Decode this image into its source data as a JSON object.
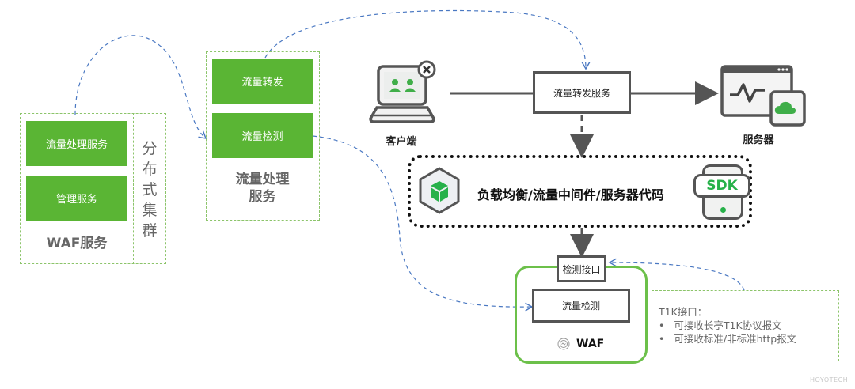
{
  "waf_cluster": {
    "services": [
      "流量处理服务",
      "管理服务"
    ],
    "title": "WAF服务",
    "side_label_chars": [
      "分",
      "布",
      "式",
      "集",
      "群"
    ]
  },
  "traffic_processing": {
    "services": [
      "流量转发",
      "流量检测"
    ],
    "title_line1": "流量处理",
    "title_line2": "服务"
  },
  "client": {
    "label": "客户端",
    "icon": "laptop-users-icon"
  },
  "forwarding_service": {
    "label": "流量转发服务"
  },
  "server": {
    "label": "服务器",
    "icon": "server-monitor-cloud-icon"
  },
  "middleware": {
    "label": "负载均衡/流量中间件/服务器代码",
    "sdk_label": "SDK",
    "icon": "cube-hexagon-icon"
  },
  "waf_engine": {
    "interface_label": "检测接口",
    "detection_label": "流量检测",
    "brand": "WAF"
  },
  "t1k_note": {
    "title": "T1K接口：",
    "items": [
      "可接收长亭T1K协议报文",
      "可接收标准/非标准http报文"
    ],
    "bullet": "•"
  },
  "watermark": "HOYOTECH",
  "colors": {
    "green": "#5ab534",
    "dashed_green": "#8cc46a",
    "flow_blue": "#4a78c2",
    "dark_gray": "#555555"
  }
}
